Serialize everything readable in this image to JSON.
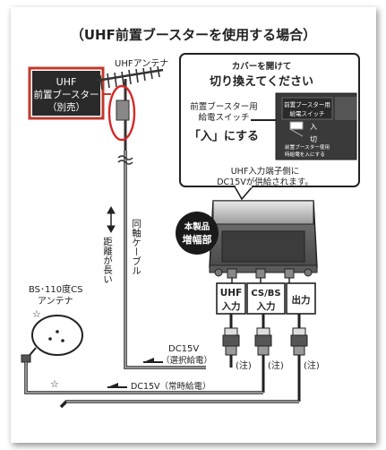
{
  "title": "（UHF前置ブースターを使用する場合）",
  "uhf_booster_box": {
    "line1": "UHF",
    "line2": "前置ブースター",
    "line3": "（別売）"
  },
  "antenna_label": "UHFアンテナ",
  "callout": {
    "small": "カバーを開けて",
    "heading": "切り換えてください",
    "switch_label_1": "前置ブースター用",
    "switch_label_2": "給電スイッチ",
    "instruction": "「入」にする",
    "switch_panel_title_1": "前置ブースター用",
    "switch_panel_title_2": "給電スイッチ",
    "switch_on": "入",
    "switch_off": "切",
    "switch_note_1": "前置ブースター使用",
    "switch_note_2": "時給電を入にする"
  },
  "supply_note": {
    "line1": "UHF入力端子側に",
    "line2": "DC15Vが供給されます。"
  },
  "amp_badge": {
    "line1": "本製品",
    "line2": "増幅部"
  },
  "cable_label": {
    "distance": "距離が長い",
    "coax": "同軸ケーブル"
  },
  "bs_antenna": {
    "line1": "BS･110度CS",
    "line2": "アンテナ"
  },
  "ports": [
    {
      "line1": "UHF",
      "line2": "入力"
    },
    {
      "line1": "CS/BS",
      "line2": "入力"
    },
    {
      "line1": "出力",
      "line2": ""
    }
  ],
  "notes": [
    "(注)",
    "(注)",
    "(注)"
  ],
  "dc_selectable": {
    "line1": "DC15V",
    "line2": "（選択給電）"
  },
  "dc_constant": "DC15V（常時給電）",
  "star_marks": [
    "☆",
    "☆"
  ]
}
